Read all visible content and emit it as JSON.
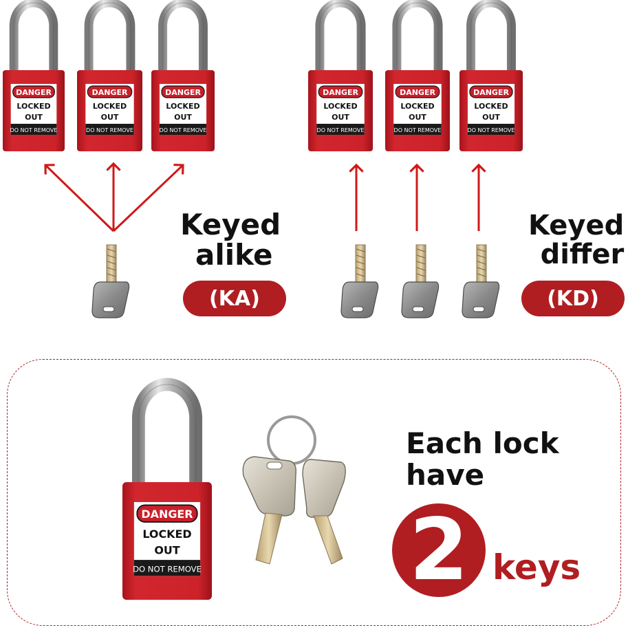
{
  "padlock_tag": {
    "danger": "DANGER",
    "locked": "LOCKED",
    "out": "OUT",
    "do_not_remove": "DO NOT REMOVE"
  },
  "keyed_alike": {
    "line1": "Keyed",
    "line2": "alike",
    "badge": "(KA)"
  },
  "keyed_differ": {
    "line1": "Keyed",
    "line2": "differ",
    "badge": "(KD)"
  },
  "two_keys": {
    "line1": "Each lock",
    "line2": "have",
    "number": "2",
    "unit": "keys"
  },
  "colors": {
    "lock_red": "#c8202a",
    "accent_red": "#b01e22",
    "arrow_red": "#d01818"
  }
}
